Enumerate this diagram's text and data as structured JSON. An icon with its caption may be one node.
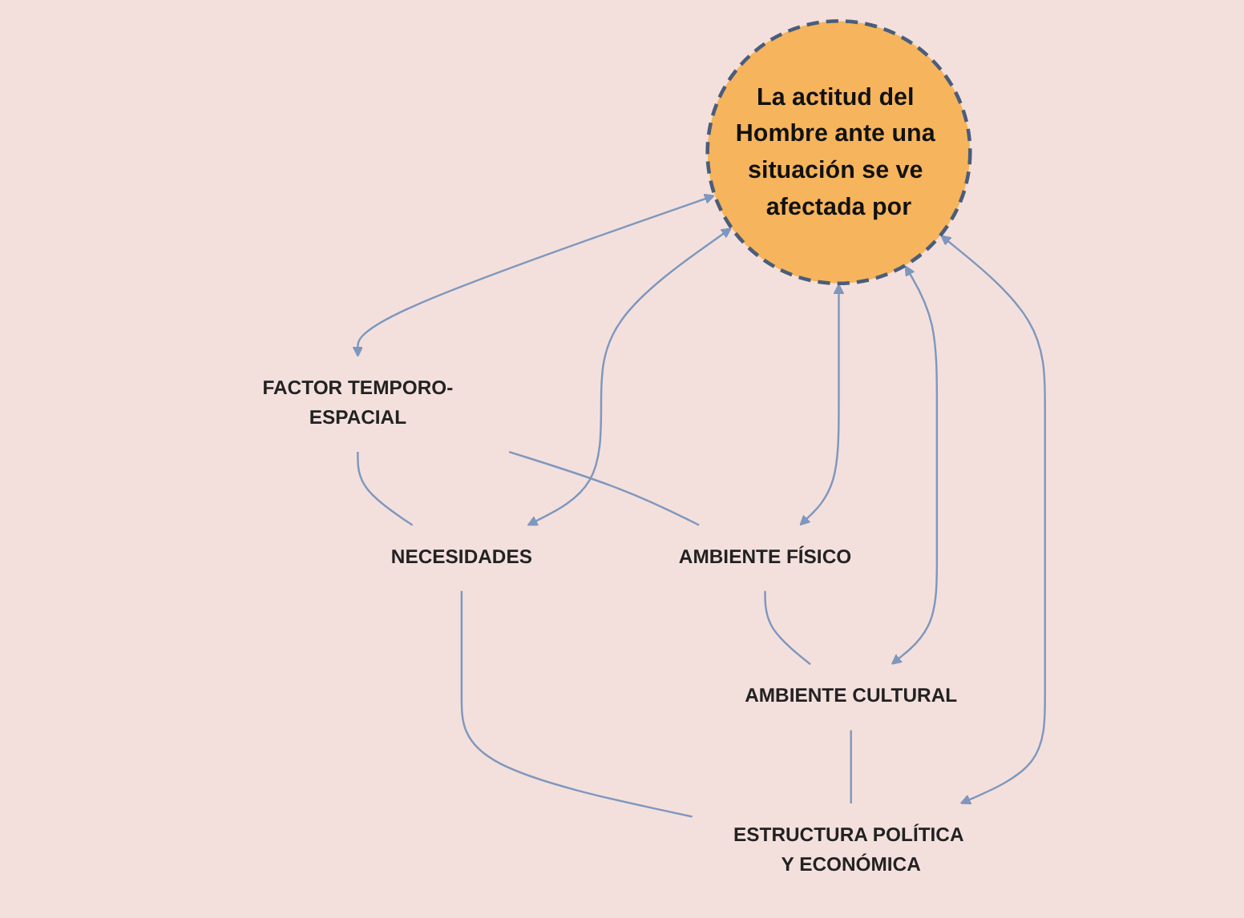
{
  "diagram": {
    "nodes": [
      {
        "text": [
          "FACTOR TEMPORO-ESPACIAL"
        ]
      },
      {
        "text": [
          "AMBIENTE FÍSICO"
        ]
      },
      {
        "text": [
          "La actitud del Hombre ante una situación se ve afectada por"
        ]
      },
      {
        "text": [
          "NECESIDADES"
        ]
      },
      {
        "text": [
          "AMBIENTE CULTURAL"
        ]
      },
      {
        "text": [
          "ESTRUCTURA POLÍTICA Y ECONÓMICA"
        ]
      }
    ],
    "edges": [
      {
        "from": 0,
        "to": 1,
        "arrow": "none"
      },
      {
        "from": 2,
        "to": 0,
        "arrow": "both"
      },
      {
        "from": 2,
        "to": 1,
        "arrow": "both"
      },
      {
        "from": 0,
        "to": 3,
        "arrow": "none"
      },
      {
        "from": 1,
        "to": 4,
        "arrow": "none"
      },
      {
        "from": 2,
        "to": 3,
        "arrow": "both"
      },
      {
        "from": 2,
        "to": 4,
        "arrow": "both"
      },
      {
        "from": 3,
        "to": 5,
        "arrow": "none"
      },
      {
        "from": 4,
        "to": 5,
        "arrow": "none"
      },
      {
        "from": 2,
        "to": 5,
        "arrow": "both"
      }
    ]
  }
}
